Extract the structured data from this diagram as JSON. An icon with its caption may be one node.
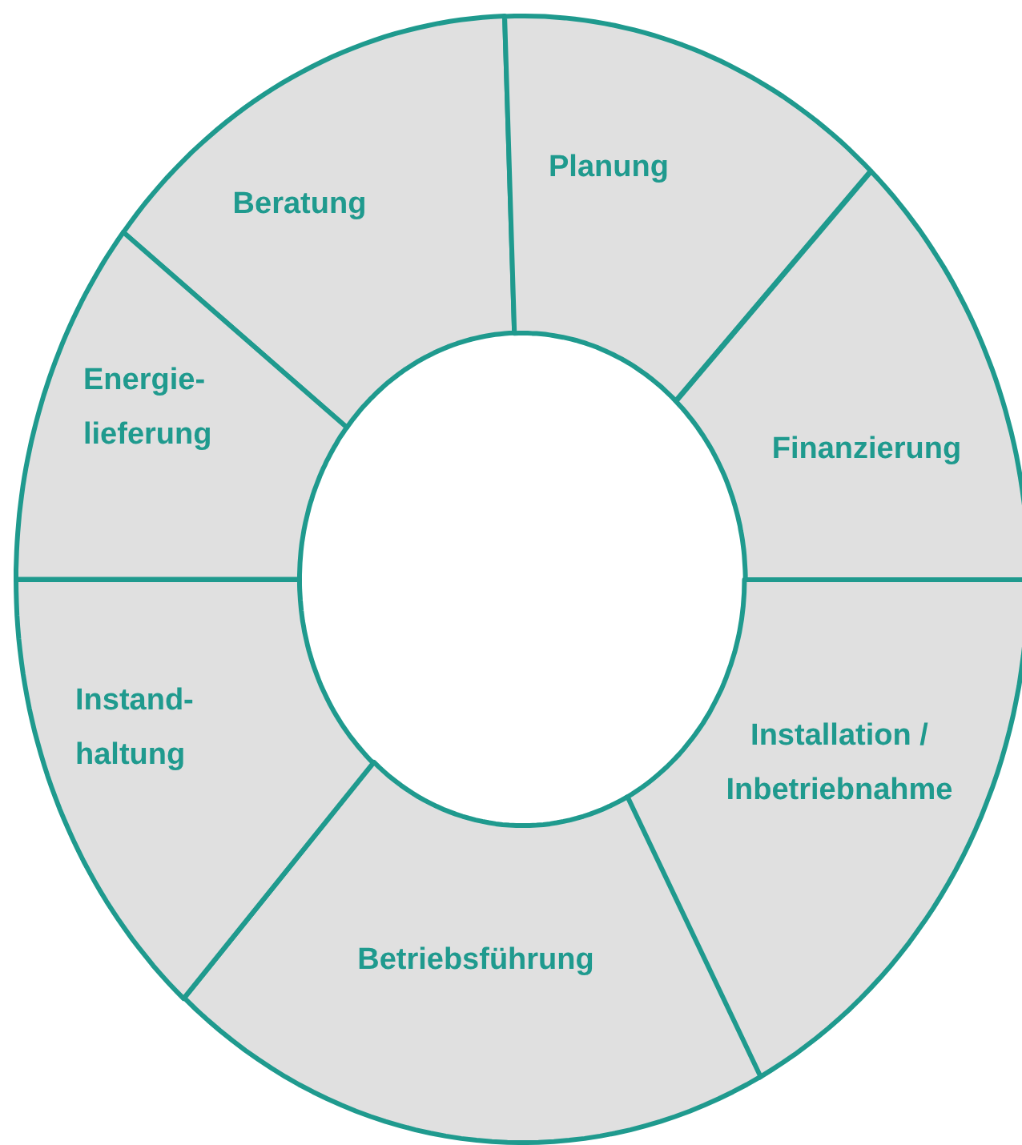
{
  "diagram": {
    "nodes": [
      {
        "text": [
          "Beratung"
        ]
      },
      {
        "text": [
          "Planung"
        ]
      },
      {
        "text": [
          "Finanzierung"
        ]
      },
      {
        "text": [
          "Installation / Inbetriebnahme"
        ]
      },
      {
        "text": [
          "Betriebsführung"
        ]
      },
      {
        "text": [
          "Instand- haltung"
        ]
      },
      {
        "text": [
          "Energie- lieferung"
        ]
      }
    ]
  }
}
